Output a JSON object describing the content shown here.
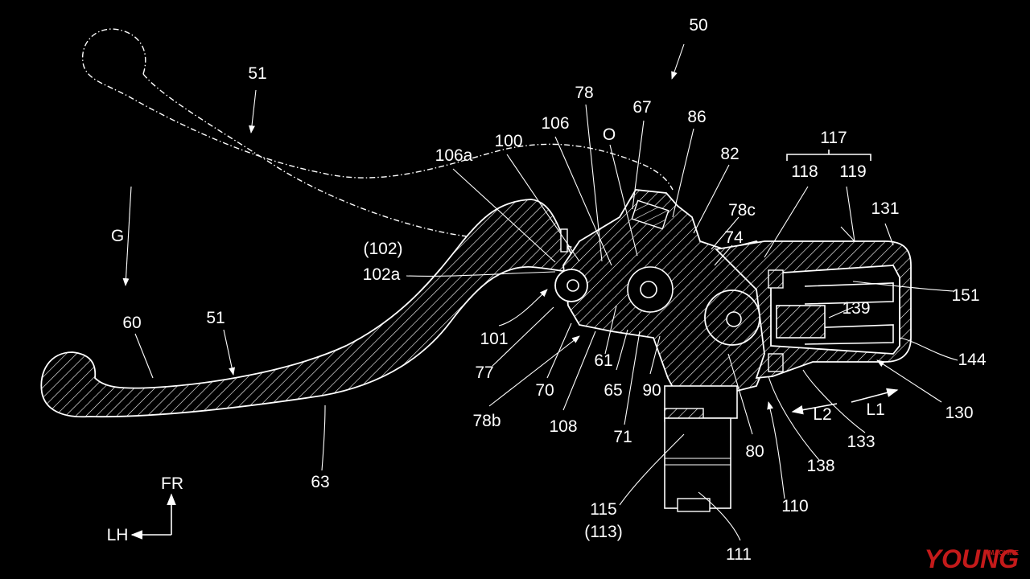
{
  "diagram": {
    "reference_labels": [
      {
        "id": "r50",
        "text": "50"
      },
      {
        "id": "r51a",
        "text": "51"
      },
      {
        "id": "r51b",
        "text": "51"
      },
      {
        "id": "r60",
        "text": "60"
      },
      {
        "id": "r63",
        "text": "63"
      },
      {
        "id": "rG",
        "text": "G"
      },
      {
        "id": "r106a",
        "text": "106a"
      },
      {
        "id": "r100",
        "text": "100"
      },
      {
        "id": "r106",
        "text": "106"
      },
      {
        "id": "r78",
        "text": "78"
      },
      {
        "id": "rO",
        "text": "O"
      },
      {
        "id": "r67",
        "text": "67"
      },
      {
        "id": "r86",
        "text": "86"
      },
      {
        "id": "r82",
        "text": "82"
      },
      {
        "id": "r78c",
        "text": "78c"
      },
      {
        "id": "r74",
        "text": "74"
      },
      {
        "id": "r102p",
        "text": "(102)"
      },
      {
        "id": "r102a",
        "text": "102a"
      },
      {
        "id": "r101",
        "text": "101"
      },
      {
        "id": "r77",
        "text": "77"
      },
      {
        "id": "r70",
        "text": "70"
      },
      {
        "id": "r78b",
        "text": "78b"
      },
      {
        "id": "r108",
        "text": "108"
      },
      {
        "id": "r61",
        "text": "61"
      },
      {
        "id": "r65",
        "text": "65"
      },
      {
        "id": "r71",
        "text": "71"
      },
      {
        "id": "r90",
        "text": "90"
      },
      {
        "id": "r117",
        "text": "117"
      },
      {
        "id": "r118",
        "text": "118"
      },
      {
        "id": "r119",
        "text": "119"
      },
      {
        "id": "r131",
        "text": "131"
      },
      {
        "id": "r151",
        "text": "151"
      },
      {
        "id": "r139",
        "text": "139"
      },
      {
        "id": "r144",
        "text": "144"
      },
      {
        "id": "r130",
        "text": "130"
      },
      {
        "id": "r133",
        "text": "133"
      },
      {
        "id": "rL1",
        "text": "L1"
      },
      {
        "id": "rL2",
        "text": "L2"
      },
      {
        "id": "r138",
        "text": "138"
      },
      {
        "id": "r80",
        "text": "80"
      },
      {
        "id": "r110",
        "text": "110"
      },
      {
        "id": "r115",
        "text": "115"
      },
      {
        "id": "r113",
        "text": "(113)"
      },
      {
        "id": "r111",
        "text": "111"
      }
    ],
    "direction_labels": {
      "forward": "FR",
      "left": "LH"
    },
    "watermark": {
      "brand": "YOUNG",
      "sub": "MACHINE",
      "color": "#c41a1a"
    }
  }
}
